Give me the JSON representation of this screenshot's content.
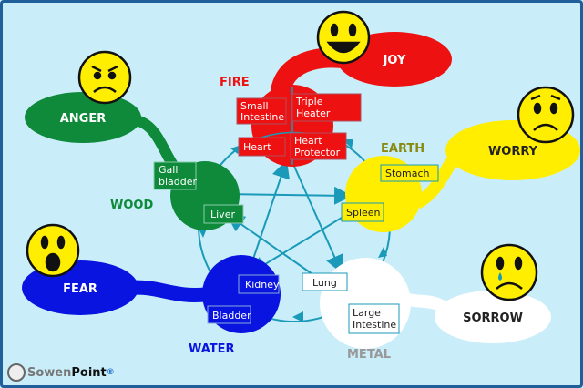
{
  "elements": {
    "fire": "FIRE",
    "earth": "EARTH",
    "metal": "METAL",
    "water": "WATER",
    "wood": "WOOD"
  },
  "emotions": {
    "joy": "JOY",
    "anger": "ANGER",
    "worry": "WORRY",
    "fear": "FEAR",
    "sorrow": "SORROW"
  },
  "organs": {
    "small_intestine": [
      "Small",
      "Intestine"
    ],
    "triple_heater": [
      "Triple",
      "Heater"
    ],
    "heart": "Heart",
    "heart_protector": [
      "Heart",
      "Protector"
    ],
    "stomach": "Stomach",
    "spleen": "Spleen",
    "lung": "Lung",
    "large_intestine": [
      "Large",
      "Intestine"
    ],
    "kidney": "Kidney",
    "bladder": "Bladder",
    "gall_bladder": [
      "Gall",
      "bladder"
    ],
    "liver": "Liver"
  },
  "logo": {
    "text_a": "Sowen",
    "text_b": "Point",
    "mark": "®"
  },
  "colors": {
    "fire": "#ee1111",
    "earth": "#ffee00",
    "metal": "#ffffff",
    "water": "#0a14e0",
    "wood": "#0f8a3a",
    "cycle": "#1a9ab8"
  }
}
